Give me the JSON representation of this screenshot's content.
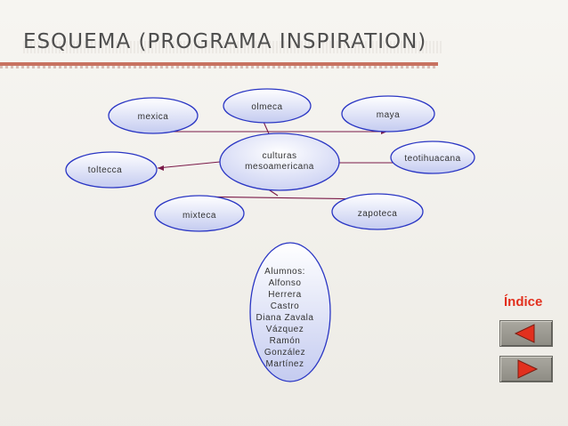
{
  "slide": {
    "title": "ESQUEMA (PROGRAMA INSPIRATION)",
    "indice_label": "Índice"
  },
  "colors": {
    "node_fill_top": "#ffffff",
    "node_fill_bottom": "#c7cdf1",
    "node_stroke": "#2a36c4",
    "link": "#7a1a48",
    "accent_rule": "#c05a48",
    "indice": "#e2301e",
    "arrow": "#e2301e"
  },
  "diagram": {
    "center": {
      "lines": [
        "culturas",
        "mesoamericana"
      ]
    },
    "nodes": [
      {
        "label": "olmeca"
      },
      {
        "label": "mexica"
      },
      {
        "label": "maya"
      },
      {
        "label": "teotihuacana"
      },
      {
        "label": "toltecca"
      },
      {
        "label": "zapoteca"
      },
      {
        "label": "mixteca"
      }
    ],
    "alumnos": {
      "lines": [
        "Alumnos:",
        "Alfonso",
        "Herrera",
        "Castro",
        "Diana Zavala",
        "Vázquez",
        "Ramón",
        "González",
        "Martínez"
      ]
    }
  },
  "nav": {
    "prev_icon": "arrow-left-icon",
    "next_icon": "arrow-right-icon"
  }
}
